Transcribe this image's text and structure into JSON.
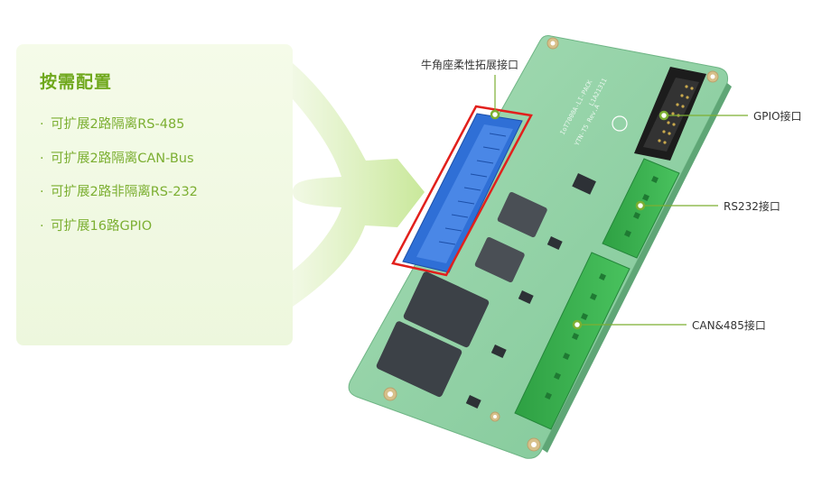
{
  "feature_card": {
    "title": "按需配置",
    "items": [
      "可扩展2路隔离RS-485",
      "可扩展2路隔离CAN-Bus",
      "可扩展2路非隔离RS-232",
      "可扩展16路GPIO"
    ]
  },
  "callouts": {
    "ox_horn": "牛角座柔性拓展接口",
    "gpio": "GPIO接口",
    "rs232": "RS232接口",
    "can485": "CAN&485接口"
  },
  "board": {
    "silkscreen": [
      "IoT7000A-LI-PACK",
      "YTN-T5 Rev.A",
      "L1A21311"
    ]
  },
  "colors": {
    "accent_green": "#7caf32",
    "title_green": "#6fa81c",
    "card_bg": "#eef7de",
    "highlight_red": "#e2201c",
    "pcb_green": "#8fcfa3",
    "terminal_green": "#36b24a",
    "connector_blue": "#2f6fd6"
  }
}
